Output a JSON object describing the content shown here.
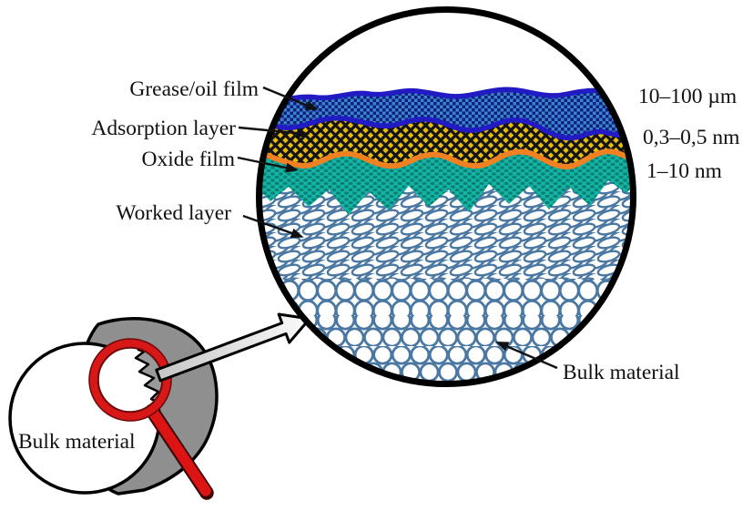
{
  "magnified_view": {
    "layers": [
      {
        "label": "Grease/oil film",
        "thickness": "10–100 µm"
      },
      {
        "label": "Adsorption layer",
        "thickness": "0,3–0,5 nm"
      },
      {
        "label": "Oxide film",
        "thickness": "1–10 nm"
      },
      {
        "label": "Worked layer"
      }
    ],
    "bulk_label": "Bulk material"
  },
  "source_object": {
    "label": "Bulk material"
  },
  "colors": {
    "circle_outline": "#000000",
    "grease_border": "#221bc4",
    "grease_fill_bg": "#3a85c4",
    "grease_fill_dots": "#101e86",
    "adsorption_border": "#f08122",
    "adsorption_fill_bg": "#e6bb10",
    "adsorption_weave": "#141414",
    "oxide_fill_bg": "#14b4a6",
    "oxide_fill_dots": "#0b8173",
    "grain_outline": "#4a78a2",
    "magnifier_red": "#d81717",
    "cylinder_gray": "#8f8f8f",
    "zoom_arrow_fill": "#e8e8e8"
  }
}
